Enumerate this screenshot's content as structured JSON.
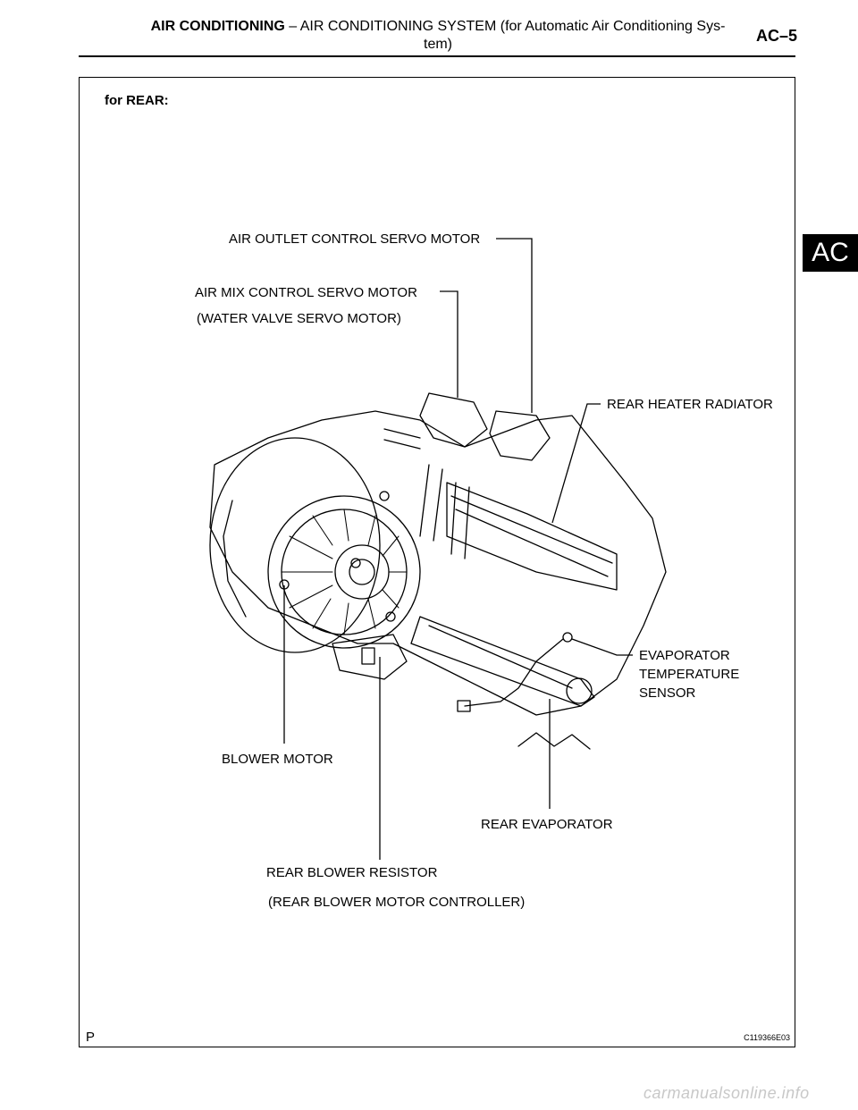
{
  "header": {
    "title_bold": "AIR CONDITIONING",
    "title_rest": " – AIR CONDITIONING SYSTEM (for Automatic Air Conditioning Sys-",
    "title_line2": "tem)",
    "page_code": "AC–5"
  },
  "side_tab": "AC",
  "section_label": "for REAR:",
  "labels": {
    "air_outlet_servo": "AIR OUTLET CONTROL SERVO MOTOR",
    "air_mix_servo": "AIR MIX CONTROL SERVO MOTOR",
    "water_valve_servo": "(WATER VALVE SERVO MOTOR)",
    "rear_heater_radiator": "REAR HEATER RADIATOR",
    "evaporator_sensor_1": "EVAPORATOR",
    "evaporator_sensor_2": "TEMPERATURE",
    "evaporator_sensor_3": "SENSOR",
    "blower_motor": "BLOWER MOTOR",
    "rear_evaporator": "REAR EVAPORATOR",
    "rear_blower_resistor": "REAR BLOWER RESISTOR",
    "rear_blower_controller": "(REAR BLOWER MOTOR CONTROLLER)"
  },
  "figure_code": "C119366E03",
  "page_letter": "P",
  "watermark": "carmanualsonline.info"
}
